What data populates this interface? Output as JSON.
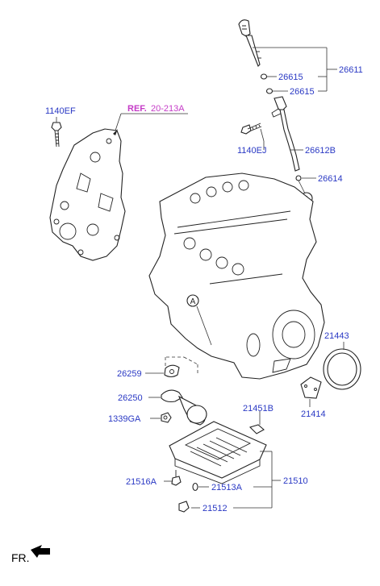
{
  "labels": {
    "dipstick_assy": "26611",
    "oring_upper": "26615",
    "oring_lower": "26615",
    "bolt_ej": "1140EJ",
    "guide_tube": "26612B",
    "oring_tube": "26614",
    "bolt_ef": "1140EF",
    "gasket": "26259",
    "strainer": "26250",
    "nut": "1339GA",
    "bracket": "21451B",
    "seal_ring": "21443",
    "cover": "21414",
    "drain_plug": "21516A",
    "drain_gasket": "21513A",
    "oil_pan": "21510",
    "plug": "21512"
  },
  "reference": {
    "prefix": "REF.",
    "code": "20-213A"
  },
  "markers": {
    "a_top": "A",
    "a_engine": "A"
  },
  "orientation": {
    "fr": "FR."
  },
  "colors": {
    "label": "#2a39c4",
    "reference": "#c53bc7"
  }
}
